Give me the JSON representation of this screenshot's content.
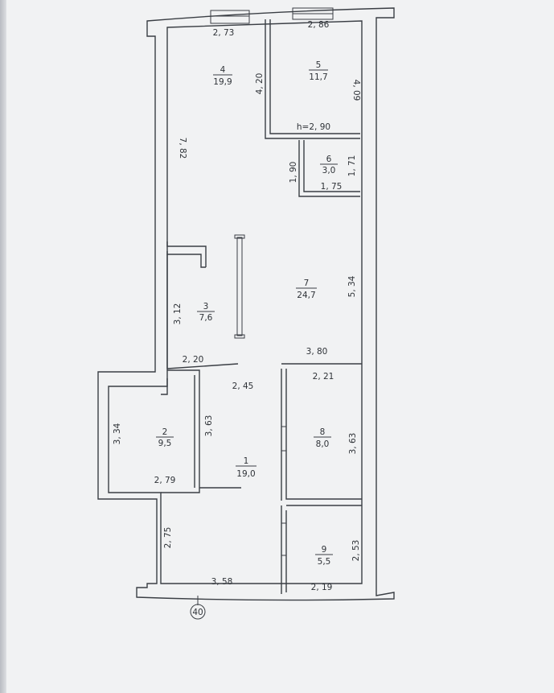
{
  "rooms": [
    {
      "id": "room-1",
      "num": "1",
      "area": "19,0"
    },
    {
      "id": "room-2",
      "num": "2",
      "area": "9,5"
    },
    {
      "id": "room-3",
      "num": "3",
      "area": "7,6"
    },
    {
      "id": "room-4",
      "num": "4",
      "area": "19,9"
    },
    {
      "id": "room-5",
      "num": "5",
      "area": "11,7"
    },
    {
      "id": "room-6",
      "num": "6",
      "area": "3,0"
    },
    {
      "id": "room-7",
      "num": "7",
      "area": "24,7"
    },
    {
      "id": "room-8",
      "num": "8",
      "area": "8,0"
    },
    {
      "id": "room-9",
      "num": "9",
      "area": "5,5"
    }
  ],
  "dimensions": {
    "d_2_73": "2, 73",
    "d_2_86": "2, 86",
    "d_4_20": "4, 20",
    "d_4_09": "4, 09",
    "d_h": "h=2, 90",
    "d_7_82": "7, 82",
    "d_1_90": "1, 90",
    "d_1_71": "1, 71",
    "d_1_75": "1, 75",
    "d_5_34": "5, 34",
    "d_3_12": "3, 12",
    "d_2_20": "2, 20",
    "d_3_80": "3, 80",
    "d_2_21": "2, 21",
    "d_2_45": "2, 45",
    "d_3_34": "3, 34",
    "d_3_63a": "3, 63",
    "d_3_63b": "3, 63",
    "d_2_79": "2, 79",
    "d_2_75": "2, 75",
    "d_3_58": "3, 58",
    "d_2_53": "2, 53",
    "d_2_19": "2, 19"
  },
  "axis_marker": "40"
}
